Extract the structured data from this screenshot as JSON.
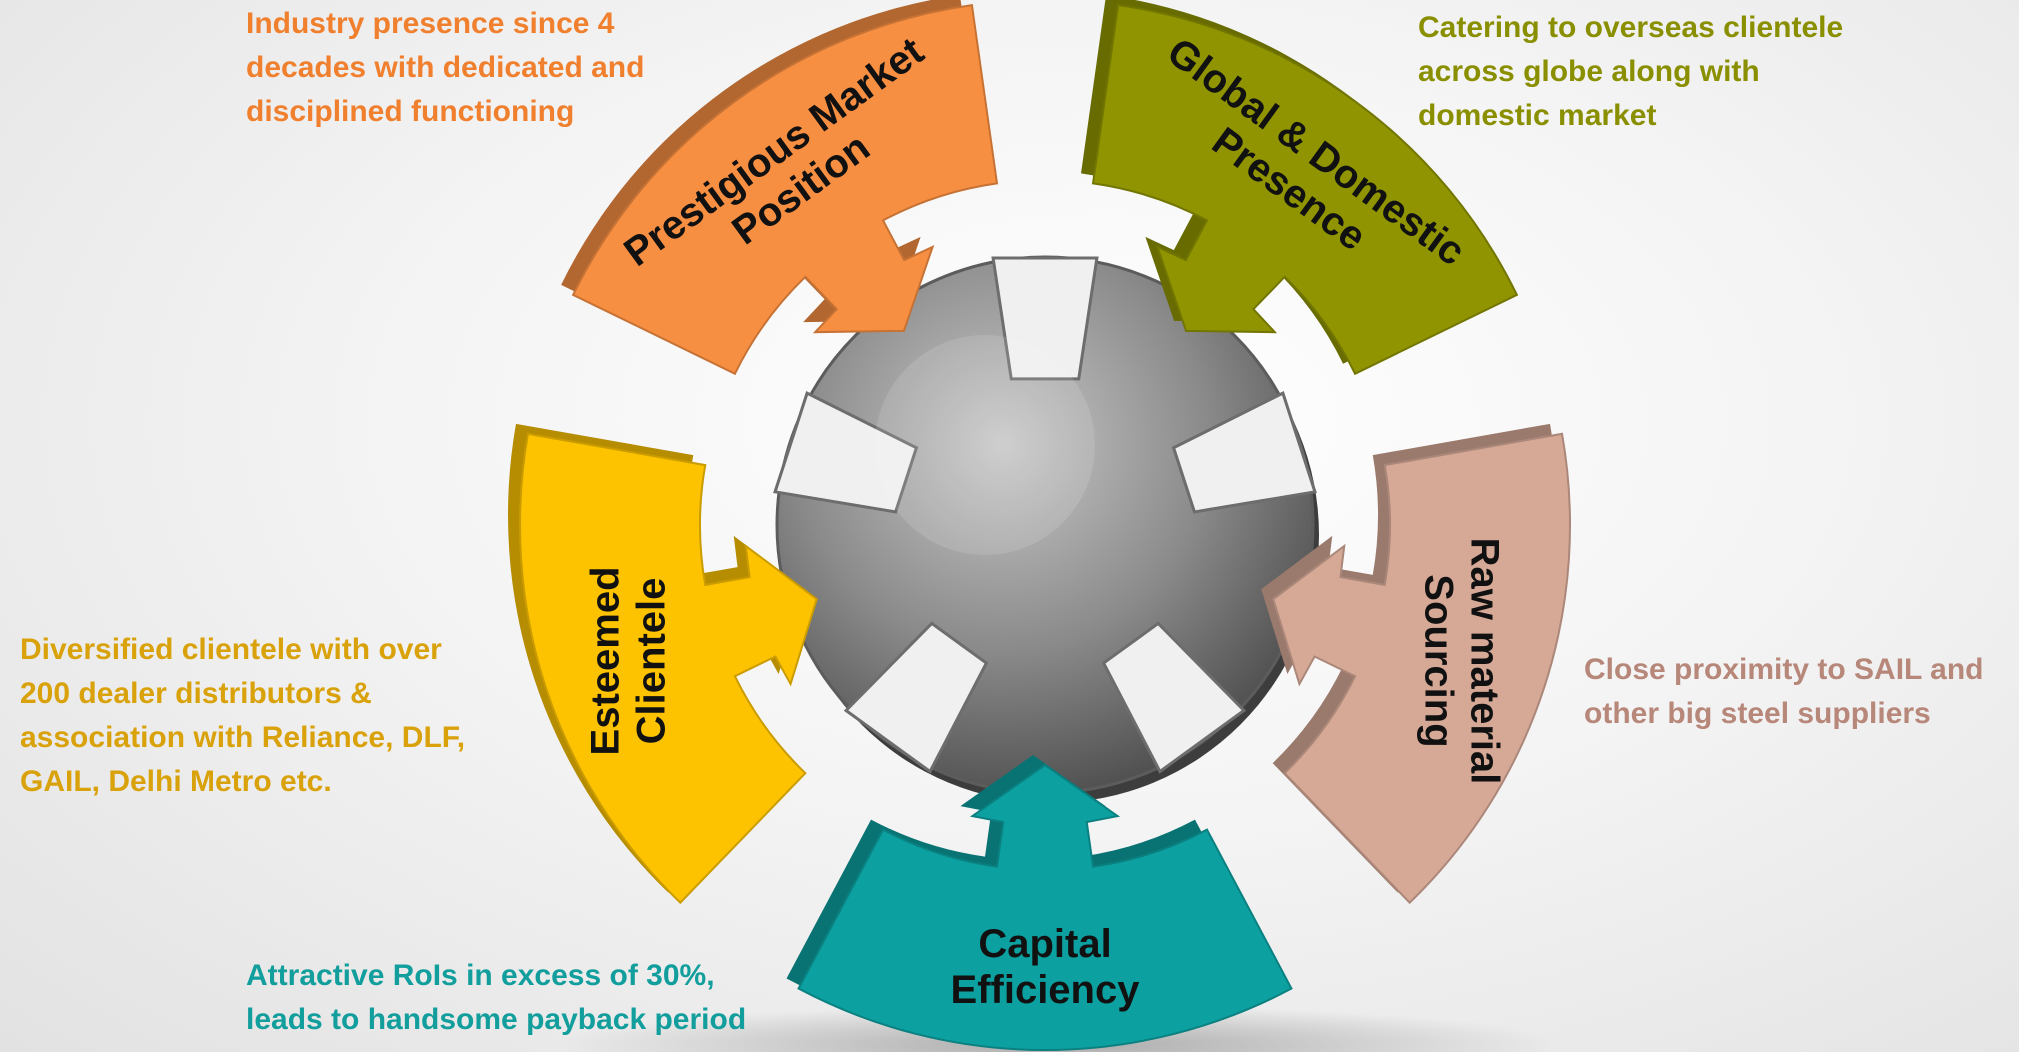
{
  "diagram": {
    "segments": [
      {
        "id": "prestigious-market-position",
        "label_lines": [
          "Prestigious Market",
          "Position"
        ],
        "color": "#f78f42",
        "description_lines": [
          "Industry presence since 4",
          "decades with dedicated and",
          "disciplined functioning"
        ],
        "description_color": "#f07f2e"
      },
      {
        "id": "global-domestic-presence",
        "label_lines": [
          "Global & Domestic",
          "Presence"
        ],
        "color": "#8f9400",
        "description_lines": [
          "Catering to overseas clientele",
          "across globe along with",
          "domestic market"
        ],
        "description_color": "#8a8f00"
      },
      {
        "id": "raw-material-sourcing",
        "label_lines": [
          "Raw material",
          "Sourcing"
        ],
        "color": "#d6a997",
        "description_lines": [
          "Close proximity to SAIL and",
          "other big steel suppliers"
        ],
        "description_color": "#b7877a"
      },
      {
        "id": "capital-efficiency",
        "label_lines": [
          "Capital",
          "Efficiency"
        ],
        "color": "#0da0a0",
        "description_lines": [
          "Attractive RoIs in excess of 30%,",
          "leads to handsome payback period"
        ],
        "description_color": "#119e9c"
      },
      {
        "id": "esteemed-clientele",
        "label_lines": [
          "Esteemed",
          "Clientele"
        ],
        "color": "#fdc300",
        "description_lines": [
          "Diversified clientele with over",
          "200 dealer distributors &",
          "association with Reliance, DLF,",
          "GAIL, Delhi Metro etc."
        ],
        "description_color": "#d9a10a"
      }
    ],
    "hub_color": "#8a8a8a"
  }
}
